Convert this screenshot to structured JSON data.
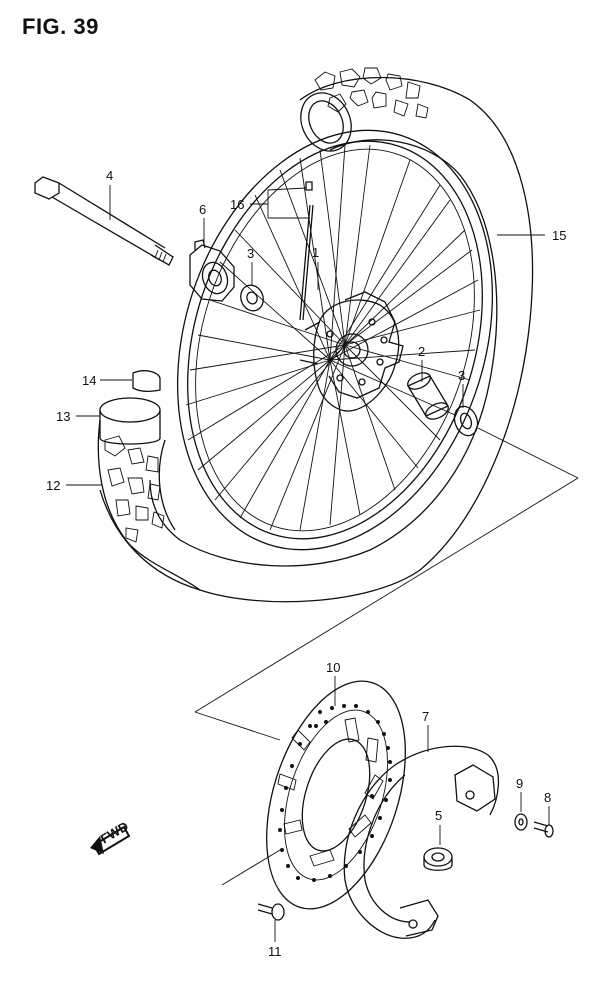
{
  "figure": {
    "title": "FIG. 39",
    "fwd_label": "FWD"
  },
  "callouts": [
    {
      "id": "label-1",
      "text": "1"
    },
    {
      "id": "label-2",
      "text": "2"
    },
    {
      "id": "label-3a",
      "text": "3"
    },
    {
      "id": "label-3b",
      "text": "3"
    },
    {
      "id": "label-4",
      "text": "4"
    },
    {
      "id": "label-5",
      "text": "5"
    },
    {
      "id": "label-6",
      "text": "6"
    },
    {
      "id": "label-7",
      "text": "7"
    },
    {
      "id": "label-8",
      "text": "8"
    },
    {
      "id": "label-9",
      "text": "9"
    },
    {
      "id": "label-10",
      "text": "10"
    },
    {
      "id": "label-11",
      "text": "11"
    },
    {
      "id": "label-12",
      "text": "12"
    },
    {
      "id": "label-13",
      "text": "13"
    },
    {
      "id": "label-14",
      "text": "14"
    },
    {
      "id": "label-15",
      "text": "15"
    },
    {
      "id": "label-16",
      "text": "16"
    }
  ]
}
